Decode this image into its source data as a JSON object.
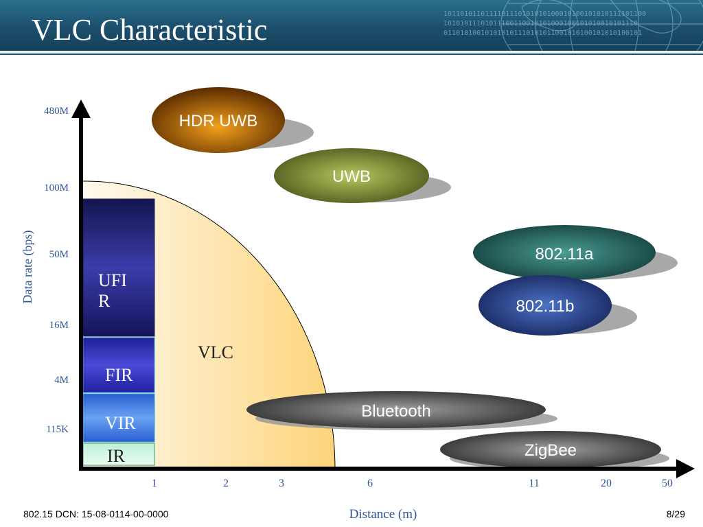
{
  "title": "VLC Characteristic",
  "footer": {
    "doc": "802.15 DCN: 15-08-0114-00-0000",
    "page": "8/29"
  },
  "banner_binary": [
    "1011010110111101110101010100010100101010111101100",
    "10101011101011100110010101000100101010010101110",
    "011010100101010101110101011001010100101010100101"
  ],
  "colors": {
    "banner": "#1c4f6c",
    "axis_label": "#2f5597"
  },
  "diagram": {
    "ylabel": "Data rate (bps)",
    "xlabel": "Distance (m)",
    "y_ticks": [
      "480M",
      "100M",
      "50M",
      "16M",
      "4M",
      "115K"
    ],
    "x_ticks": [
      "1",
      "2",
      "3",
      "6",
      "11",
      "20",
      "50"
    ],
    "vlc_label": "VLC",
    "ir_bands": [
      {
        "label": "UFI\nR",
        "name": "ufir"
      },
      {
        "label": "FIR",
        "name": "fir"
      },
      {
        "label": "VIR",
        "name": "vir"
      },
      {
        "label": "IR",
        "name": "ir"
      }
    ],
    "technologies": [
      {
        "label": "HDR UWB",
        "name": "hdr-uwb"
      },
      {
        "label": "UWB",
        "name": "uwb"
      },
      {
        "label": "802.11a",
        "name": "802-11a"
      },
      {
        "label": "802.11b",
        "name": "802-11b"
      },
      {
        "label": "Bluetooth",
        "name": "bluetooth"
      },
      {
        "label": "ZigBee",
        "name": "zigbee"
      }
    ]
  }
}
